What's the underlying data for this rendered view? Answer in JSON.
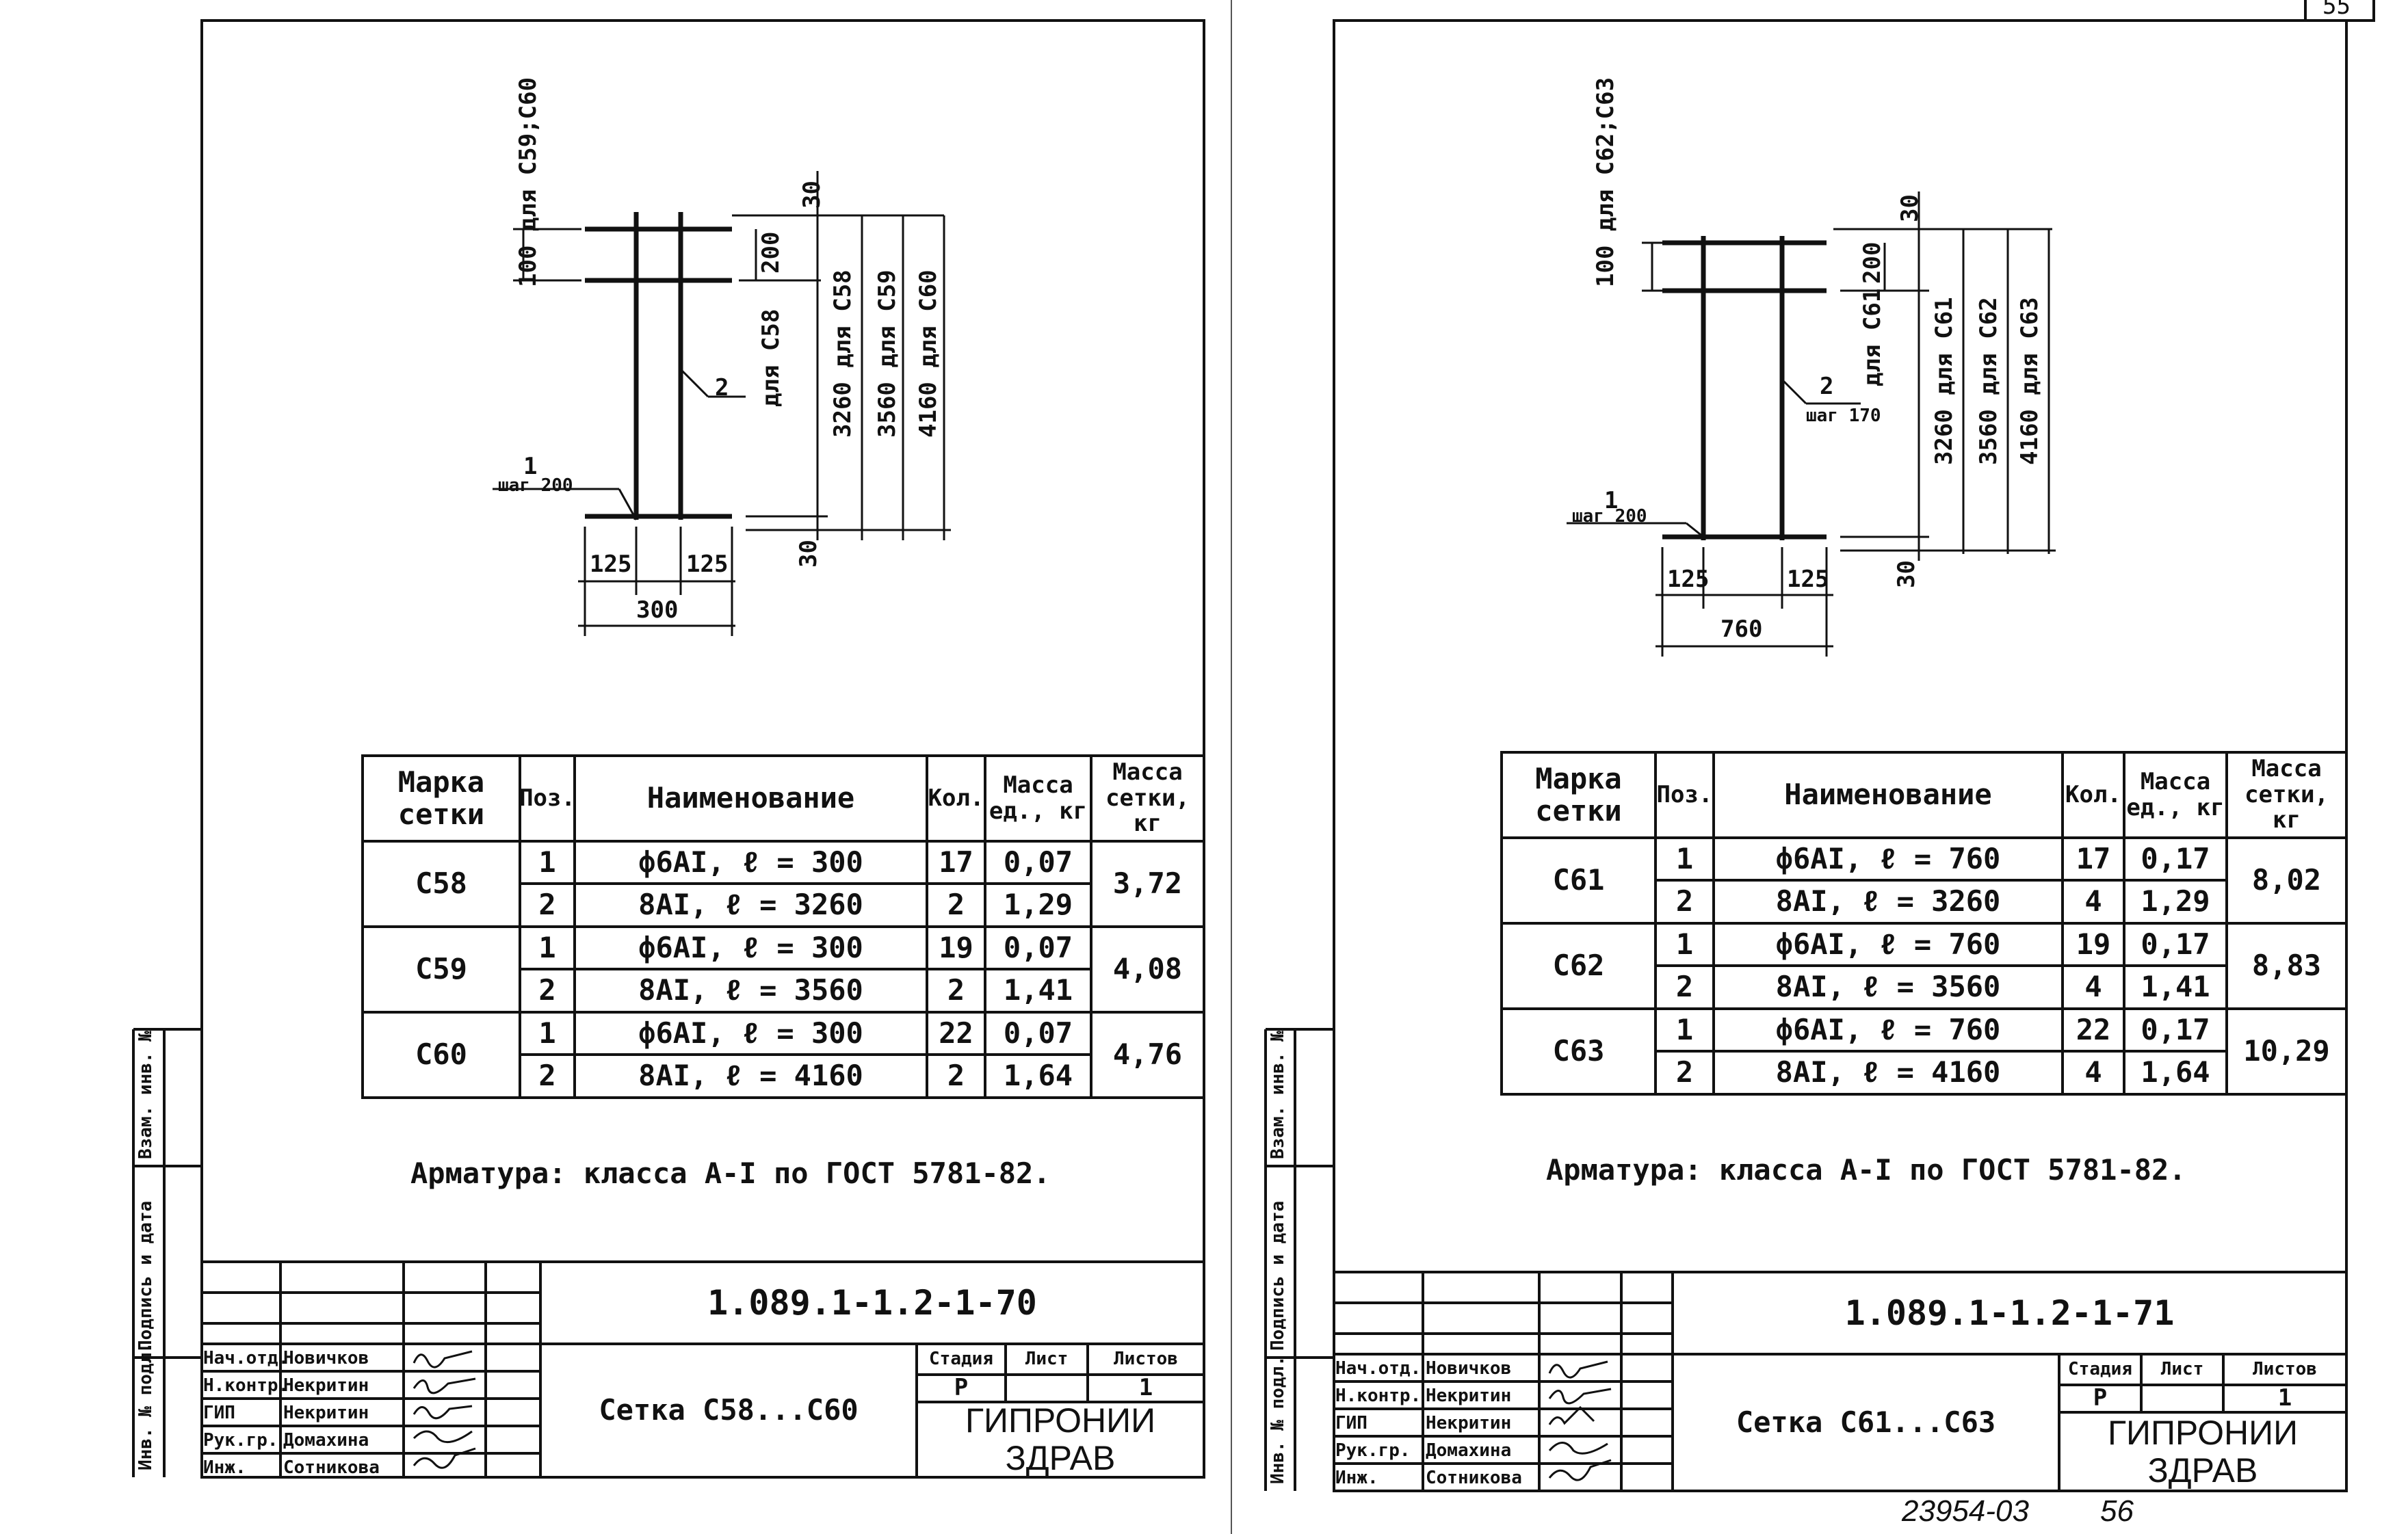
{
  "left_sheet": {
    "dims": {
      "top_vert": "100 для С59;С60",
      "d30_top": "30",
      "d200": "200",
      "d_for": "для С58",
      "v1": "3260 для С58",
      "v2": "3560 для С59",
      "v3": "4160 для С60",
      "d30_bot": "30",
      "d125a": "125",
      "d125b": "125",
      "width": "300",
      "pos1": "1",
      "step1": "шаг 200",
      "pos2": "2"
    },
    "table": {
      "headers": {
        "mark": "Марка сетки",
        "pos": "Поз.",
        "name": "Наименование",
        "qty": "Кол.",
        "unit_mass": "Масса ед., кг",
        "net_mass": "Масса сетки, кг"
      },
      "rows": [
        {
          "mark": "С58",
          "pos": [
            "1",
            "2"
          ],
          "name": [
            "ф6AI, ℓ = 300",
            "8AI, ℓ = 3260"
          ],
          "qty": [
            "17",
            "2"
          ],
          "unit": [
            "0,07",
            "1,29"
          ],
          "total": "3,72"
        },
        {
          "mark": "С59",
          "pos": [
            "1",
            "2"
          ],
          "name": [
            "ф6AI, ℓ = 300",
            "8AI, ℓ = 3560"
          ],
          "qty": [
            "19",
            "2"
          ],
          "unit": [
            "0,07",
            "1,41"
          ],
          "total": "4,08"
        },
        {
          "mark": "С60",
          "pos": [
            "1",
            "2"
          ],
          "name": [
            "ф6AI, ℓ = 300",
            "8AI, ℓ = 4160"
          ],
          "qty": [
            "22",
            "2"
          ],
          "unit": [
            "0,07",
            "1,64"
          ],
          "total": "4,76"
        }
      ]
    },
    "note": "Арматура: класса А-I по ГОСТ 5781-82.",
    "stamp": {
      "code": "1.089.1-1.2-1-70",
      "title": "Сетка С58...С60",
      "stage_h": "Стадия",
      "sheet_h": "Лист",
      "sheets_h": "Листов",
      "stage": "Р",
      "sheet": "",
      "sheets": "1",
      "org": "ГИПРОНИИ ЗДРАВ",
      "roles": [
        "Нач.отд.",
        "Н.контр.",
        "ГИП",
        "Рук.гр.",
        "Инж."
      ],
      "names": [
        "Новичков",
        "Некритин",
        "Некритин",
        "Домахина",
        "Сотникова"
      ]
    },
    "side": {
      "inv": "Инв. № подл.",
      "sign": "Подпись и дата",
      "vzam": "Взам. инв. №"
    }
  },
  "right_sheet": {
    "dims": {
      "top_vert": "100 для С62;С63",
      "d30_top": "30",
      "d200": "200",
      "d_for": "для С61",
      "v1": "3260 для С61",
      "v2": "3560 для С62",
      "v3": "4160 для С63",
      "d30_bot": "30",
      "d125a": "125",
      "d125b": "125",
      "width": "760",
      "pos1": "1",
      "step1": "шаг 200",
      "pos2": "2",
      "step2": "шаг 170"
    },
    "table": {
      "headers": {
        "mark": "Марка сетки",
        "pos": "Поз.",
        "name": "Наименование",
        "qty": "Кол.",
        "unit_mass": "Масса ед., кг",
        "net_mass": "Масса сетки, кг"
      },
      "rows": [
        {
          "mark": "С61",
          "pos": [
            "1",
            "2"
          ],
          "name": [
            "ф6AI, ℓ = 760",
            "8AI, ℓ = 3260"
          ],
          "qty": [
            "17",
            "4"
          ],
          "unit": [
            "0,17",
            "1,29"
          ],
          "total": "8,02"
        },
        {
          "mark": "С62",
          "pos": [
            "1",
            "2"
          ],
          "name": [
            "ф6AI, ℓ = 760",
            "8AI, ℓ = 3560"
          ],
          "qty": [
            "19",
            "4"
          ],
          "unit": [
            "0,17",
            "1,41"
          ],
          "total": "8,83"
        },
        {
          "mark": "С63",
          "pos": [
            "1",
            "2"
          ],
          "name": [
            "ф6AI, ℓ = 760",
            "8AI, ℓ = 4160"
          ],
          "qty": [
            "22",
            "4"
          ],
          "unit": [
            "0,17",
            "1,64"
          ],
          "total": "10,29"
        }
      ]
    },
    "note": "Арматура: класса А-I по ГОСТ 5781-82.",
    "stamp": {
      "code": "1.089.1-1.2-1-71",
      "title": "Сетка С61...С63",
      "stage_h": "Стадия",
      "sheet_h": "Лист",
      "sheets_h": "Листов",
      "stage": "Р",
      "sheet": "",
      "sheets": "1",
      "org": "ГИПРОНИИ ЗДРАВ",
      "roles": [
        "Нач.отд.",
        "Н.контр.",
        "ГИП",
        "Рук.гр.",
        "Инж."
      ],
      "names": [
        "Новичков",
        "Некритин",
        "Некритин",
        "Домахина",
        "Сотникова"
      ]
    },
    "side": {
      "inv": "Инв. № подл.",
      "sign": "Подпись и дата",
      "vzam": "Взам. инв. №"
    },
    "archive": "23954-03",
    "page_num": "56",
    "corner_num": "55"
  }
}
